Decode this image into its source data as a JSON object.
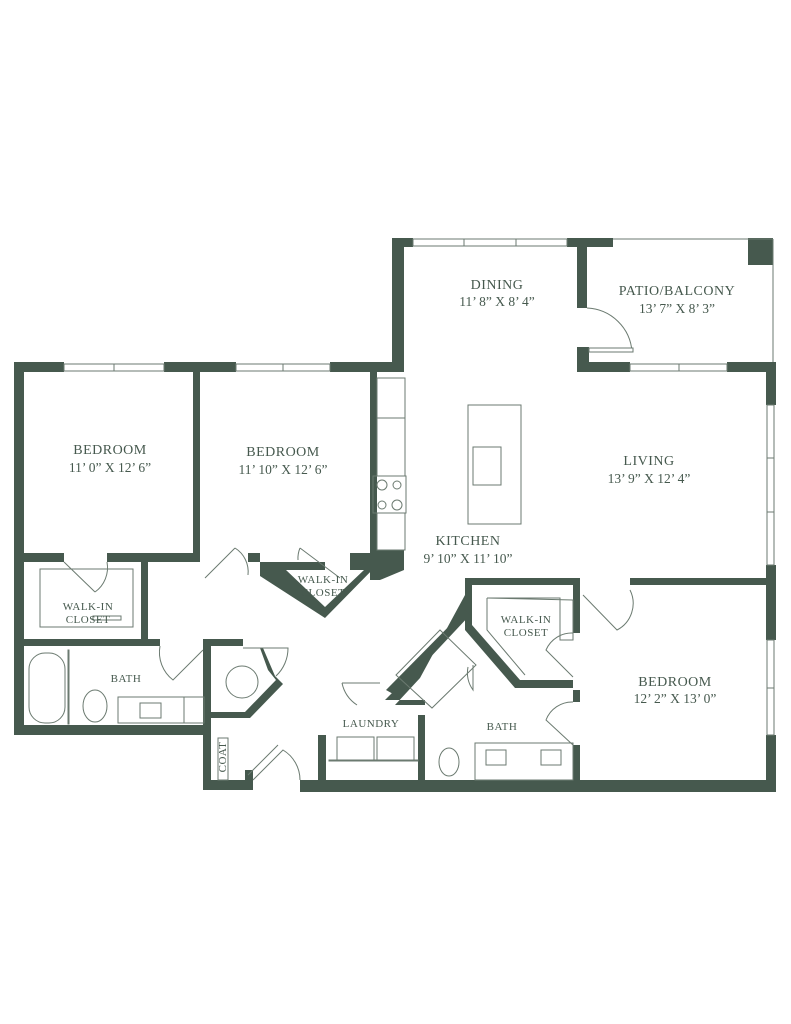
{
  "floorplan": {
    "wall_color": "#46594e",
    "rooms": {
      "bedroom1": {
        "name": "BEDROOM",
        "dims": "11’ 0” X 12’ 6”"
      },
      "bedroom2": {
        "name": "BEDROOM",
        "dims": "11’ 10” X 12’ 6”"
      },
      "dining": {
        "name": "DINING",
        "dims": "11’ 8” X 8’ 4”"
      },
      "patio": {
        "name": "PATIO/BALCONY",
        "dims": "13’ 7” X 8’ 3”"
      },
      "living": {
        "name": "LIVING",
        "dims": "13’ 9” X 12’ 4”"
      },
      "kitchen": {
        "name": "KITCHEN",
        "dims": "9’ 10” X 11’ 10”"
      },
      "bedroom3": {
        "name": "BEDROOM",
        "dims": "12’ 2” X 13’ 0”"
      },
      "closet1": {
        "line1": "WALK-IN",
        "line2": "CLOSET"
      },
      "closet2": {
        "line1": "WALK-IN",
        "line2": "CLOSET"
      },
      "closet3": {
        "line1": "WALK-IN",
        "line2": "CLOSET"
      },
      "bath1": {
        "name": "BATH"
      },
      "bath2": {
        "name": "BATH"
      },
      "laundry": {
        "name": "LAUNDRY"
      },
      "coat": {
        "name": "COAT"
      }
    }
  }
}
